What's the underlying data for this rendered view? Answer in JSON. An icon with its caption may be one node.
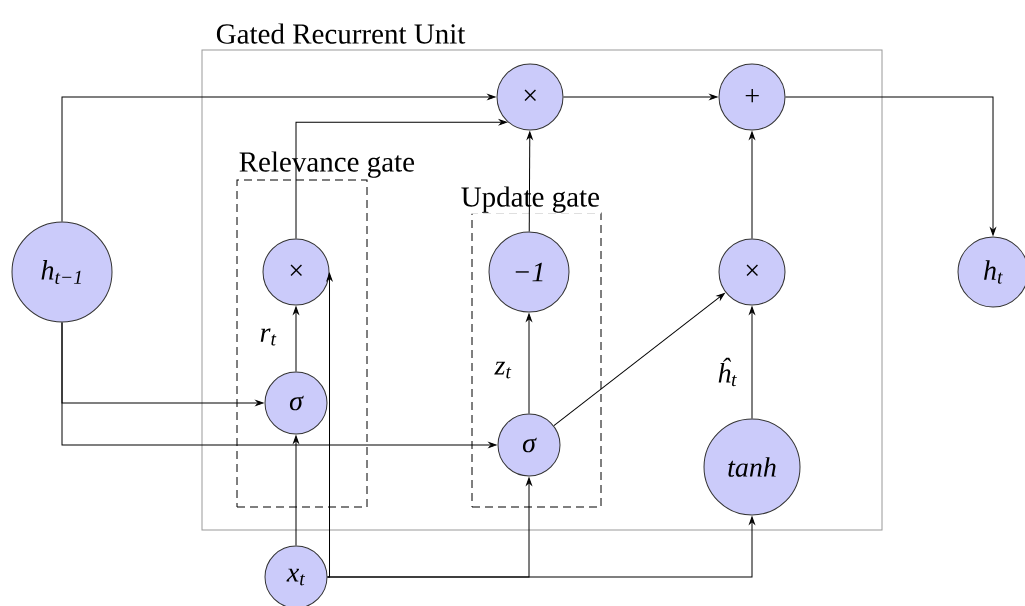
{
  "diagram": {
    "nodes": [
      {
        "text": [
          "Gated Recurrent Unit"
        ]
      },
      {
        "text": [
          "Relevance gate"
        ],
        "in": 0
      },
      {
        "text": [
          "Update gate"
        ],
        "in": 0
      },
      {
        "text": [
          "h$_{t−1}$"
        ]
      },
      {
        "text": [
          "×"
        ],
        "in": 0
      },
      {
        "text": [
          "+"
        ],
        "in": 0
      },
      {
        "text": [
          "h$_{t}$"
        ]
      },
      {
        "text": [
          "×"
        ],
        "in": 1
      },
      {
        "text": [
          "σ"
        ],
        "in": 1
      },
      {
        "text": [
          "−1"
        ],
        "in": 2
      },
      {
        "text": [
          "σ"
        ],
        "in": 2
      },
      {
        "text": [
          "×"
        ],
        "in": 0
      },
      {
        "text": [
          "tanh"
        ],
        "in": 0
      },
      {
        "text": [
          "x$_{t}$"
        ]
      }
    ],
    "edges": [
      {
        "from": 3,
        "to": 4,
        "arrow": "to"
      },
      {
        "from": 7,
        "to": 4,
        "arrow": "to"
      },
      {
        "from": 4,
        "to": 5,
        "arrow": "to"
      },
      {
        "from": 5,
        "to": 6,
        "arrow": "to"
      },
      {
        "from": 9,
        "to": 4,
        "arrow": "to"
      },
      {
        "from": 11,
        "to": 5,
        "arrow": "to"
      },
      {
        "from": 8,
        "to": 7,
        "arrow": "to",
        "label": "r$_{t}$"
      },
      {
        "from": 10,
        "to": 9,
        "arrow": "to",
        "label": "z$_{t}$"
      },
      {
        "from": 10,
        "to": 11,
        "arrow": "to"
      },
      {
        "from": 12,
        "to": 11,
        "arrow": "to",
        "label": "ĥ$_{t}$"
      },
      {
        "from": 3,
        "to": 8,
        "arrow": "to"
      },
      {
        "from": 3,
        "to": 10,
        "arrow": "to"
      },
      {
        "from": 13,
        "to": 8,
        "arrow": "to"
      },
      {
        "from": 13,
        "to": 7,
        "arrow": "to"
      },
      {
        "from": 13,
        "to": 10,
        "arrow": "to"
      },
      {
        "from": 13,
        "to": 12,
        "arrow": "to"
      }
    ]
  }
}
